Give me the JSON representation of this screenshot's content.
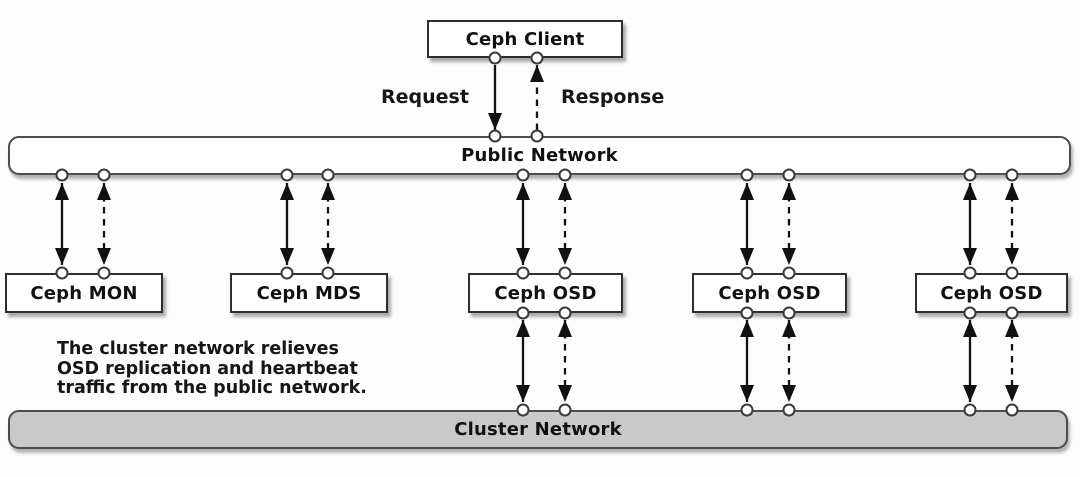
{
  "nodes": {
    "client": {
      "label": "Ceph Client"
    },
    "public_network": {
      "label": "Public Network"
    },
    "mon": {
      "label": "Ceph MON"
    },
    "mds": {
      "label": "Ceph MDS"
    },
    "osds": [
      {
        "label": "Ceph OSD"
      },
      {
        "label": "Ceph OSD"
      },
      {
        "label": "Ceph OSD"
      }
    ],
    "cluster_network": {
      "label": "Cluster Network"
    }
  },
  "edge_labels": {
    "request": "Request",
    "response": "Response"
  },
  "annotation": {
    "lines": [
      "The cluster network relieves",
      "OSD replication and heartbeat",
      "traffic from the public network."
    ]
  },
  "colors": {
    "background": "#fdfdfd",
    "node_fill": "#ffffff",
    "cluster_fill": "#c9c9c9",
    "border_color": "#2e2e2e",
    "line_color": "#111111"
  }
}
